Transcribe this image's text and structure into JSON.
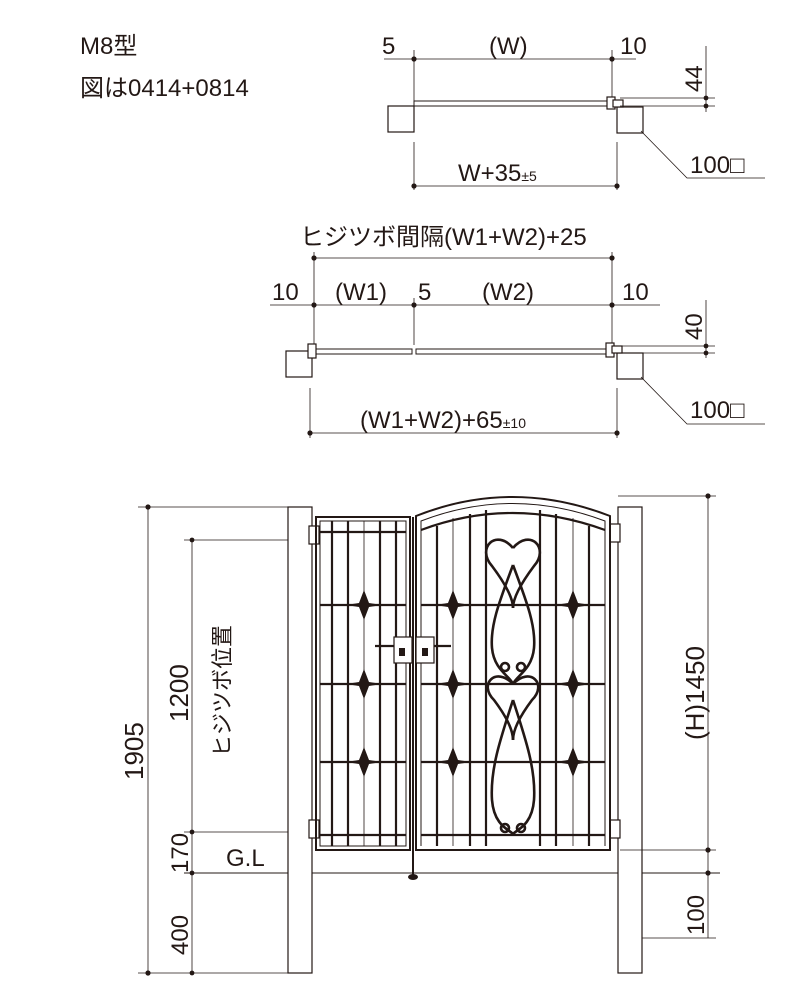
{
  "header": {
    "model": "M8型",
    "figure_note": "図は0414+0814"
  },
  "single_gate": {
    "left_gap": "5",
    "width_label": "(W)",
    "right_gap": "10",
    "depth": "44",
    "total_width_main": "W+35",
    "total_width_tol": "±5",
    "post_size": "100□"
  },
  "double_gate": {
    "hinge_spacing": "ヒジツボ間隔(W1+W2)+25",
    "left_gap": "10",
    "w1_label": "(W1)",
    "center_gap": "5",
    "w2_label": "(W2)",
    "right_gap": "10",
    "depth": "40",
    "total_width_main": "(W1+W2)+65",
    "total_width_tol": "±10",
    "post_size": "100□"
  },
  "elevation": {
    "total_post_height": "1905",
    "hinge_distance": "1200",
    "hinge_position_label": "ヒジツボ位置",
    "lower_hinge_offset": "170",
    "ground_label": "G.L",
    "embed_depth": "400",
    "gate_height": "(H)1450",
    "ground_clearance": "100"
  }
}
